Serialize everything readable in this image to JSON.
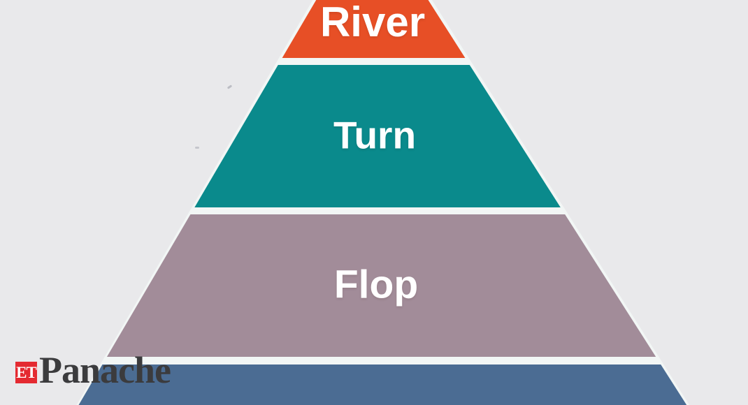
{
  "background_color": "#e9e9eb",
  "pyramid": {
    "border_color": "#f2f6f5",
    "layers": [
      {
        "label": "River",
        "color": "#e74f26",
        "text_color": "#ffffff"
      },
      {
        "label": "Turn",
        "color": "#0a8a8c",
        "text_color": "#ffffff"
      },
      {
        "label": "Flop",
        "color": "#a28c99",
        "text_color": "#ffffff"
      },
      {
        "label": "",
        "color": "#4b6c93",
        "text_color": "#ffffff"
      }
    ]
  },
  "logo": {
    "et_text": "ET",
    "et_box_color": "#e42a31",
    "et_text_color": "#ffffff",
    "brand_text": "Panache",
    "brand_text_color": "#3b3b3d"
  }
}
